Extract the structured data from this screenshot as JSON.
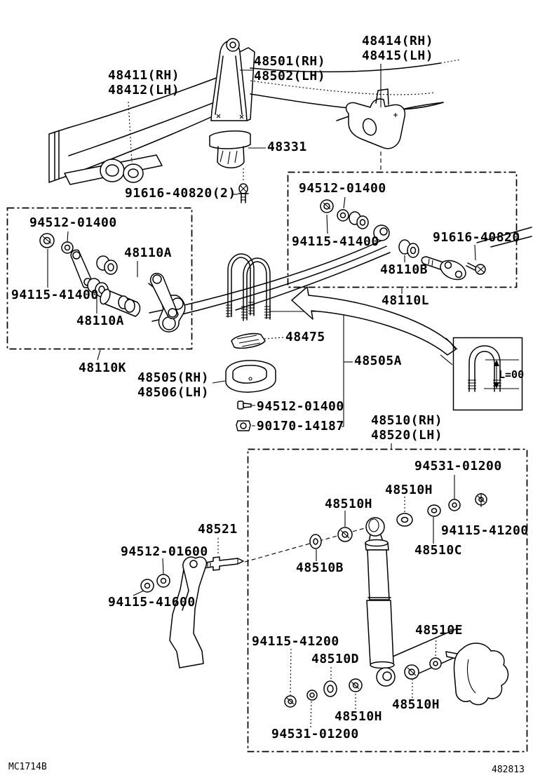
{
  "figure": {
    "drawing_code": "MC1714B",
    "figure_number": "482813"
  },
  "inset": {
    "dimension_label": "L=00"
  },
  "parts": {
    "front_spring_bracket": {
      "rh": "48411(RH)",
      "lh": "48412(LH)"
    },
    "rear_spring_hanger": {
      "rh": "48501(RH)",
      "lh": "48502(LH)"
    },
    "front_spring_hanger": {
      "rh": "48414(RH)",
      "lh": "48415(LH)"
    },
    "spring_bumper": "48331",
    "hanger_bolt": "91616-40820(2)",
    "shackle_nut_small": "94512-01400",
    "shackle_bushing_upper": "48110A",
    "shackle_nut_large": "94115-41400",
    "shackle_bushing_lower": "48110A",
    "shackle_kit": "48110K",
    "spring_seat": {
      "rh": "48505(RH)",
      "lh": "48506(LH)"
    },
    "pin_nut_small": "94512-01400",
    "pin_nut_large": "94115-41400",
    "spring_pin": "91616-40820",
    "spring_bushing": "48110B",
    "spring_assembly": "48110L",
    "spring_clamp": "48475",
    "u_bolt": "48505A",
    "u_bolt_nut_small": "94512-01400",
    "u_bolt_nut": "90170-14187",
    "shock_absorber": {
      "rh": "48510(RH)",
      "lh": "48520(LH)"
    },
    "shock_nut_upper": "94531-01200",
    "shock_retainer_upper_outer": "48510H",
    "shock_retainer_upper_inner": "48510H",
    "shock_washer_upper": "94115-41200",
    "shock_cushion_upper": "48510C",
    "shock_pin": "48521",
    "shock_pin_nut_small": "94512-01600",
    "shock_pin_nut_large": "94115-41600",
    "shock_bushing": "48510B",
    "shock_washer_lower_right": "48510E",
    "shock_washer_lower_left": "94115-41200",
    "shock_cushion_lower": "48510D",
    "shock_retainer_lower_inner": "48510H",
    "shock_retainer_lower_outer": "48510H",
    "shock_nut_lower": "94531-01200"
  }
}
